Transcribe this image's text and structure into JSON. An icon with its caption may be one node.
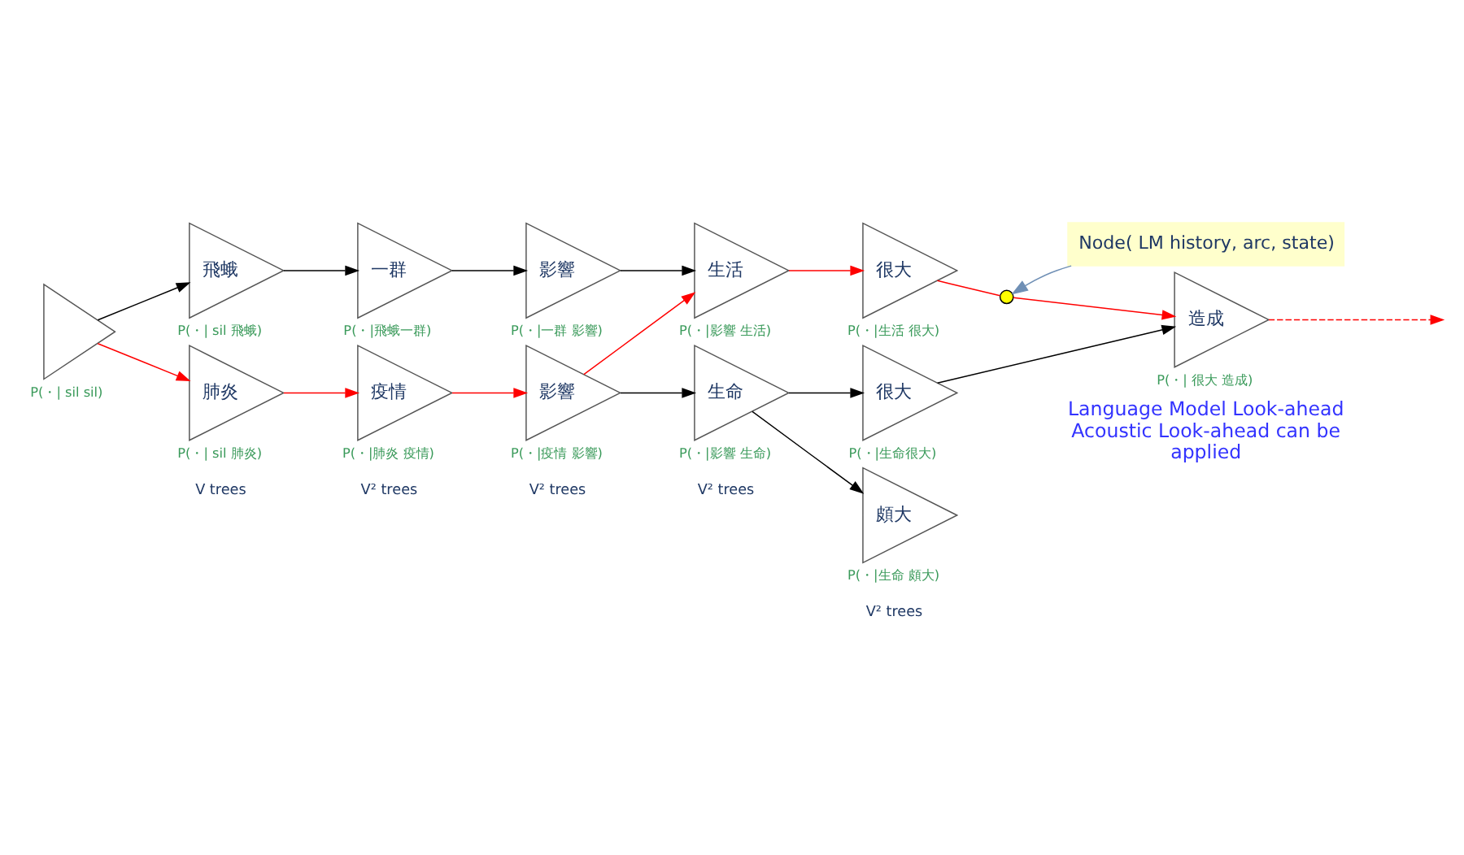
{
  "diagram": {
    "nodes": [
      {
        "text": [],
        "shape": "triangle",
        "beside": [
          "P(・| sil sil)"
        ]
      },
      {
        "text": [
          "飛蛾"
        ],
        "beside": [
          "P(・| sil 飛蛾)"
        ]
      },
      {
        "text": [
          "一群"
        ],
        "beside": [
          "P(・|飛蛾一群)"
        ]
      },
      {
        "text": [
          "影響"
        ],
        "beside": [
          "P(・|一群 影響)"
        ]
      },
      {
        "text": [
          "生活"
        ],
        "beside": [
          "P(・|影響 生活)"
        ]
      },
      {
        "text": [
          "很大"
        ],
        "beside": [
          "P(・|生活 很大)"
        ]
      },
      {
        "text": [],
        "shape": "circle"
      },
      {
        "text": [
          "造成"
        ],
        "beside": [
          "P(・| 很大 造成)"
        ]
      },
      {
        "text": [
          "肺炎"
        ],
        "beside": [
          "P(・| sil 肺炎)"
        ]
      },
      {
        "text": [
          "疫情"
        ],
        "beside": [
          "P(・|肺炎 疫情)"
        ]
      },
      {
        "text": [
          "影響"
        ],
        "beside": [
          "P(・|疫情 影響)"
        ]
      },
      {
        "text": [
          "生命"
        ],
        "beside": [
          "P(・|影響 生命)"
        ]
      },
      {
        "text": [
          "很大"
        ],
        "beside": [
          "P(・|生命很大)"
        ]
      },
      {
        "text": [
          "頗大"
        ],
        "beside": [
          "P(・|生命 頗大)"
        ]
      },
      {
        "text": [
          "Node( LM history, arc, state)"
        ]
      }
    ],
    "edges": [
      {
        "from": 0,
        "to": 1,
        "arrow": "to"
      },
      {
        "from": 1,
        "to": 2,
        "arrow": "to"
      },
      {
        "from": 2,
        "to": 3,
        "arrow": "to"
      },
      {
        "from": 3,
        "to": 4,
        "arrow": "to"
      },
      {
        "from": 0,
        "to": 8,
        "arrow": "to",
        "color": "#ff0000"
      },
      {
        "from": 8,
        "to": 9,
        "arrow": "to",
        "color": "#ff0000"
      },
      {
        "from": 9,
        "to": 10,
        "arrow": "to",
        "color": "#ff0000"
      },
      {
        "from": 10,
        "to": 4,
        "arrow": "to",
        "color": "#ff0000"
      },
      {
        "from": 4,
        "to": 5,
        "arrow": "to",
        "color": "#ff0000"
      },
      {
        "from": 5,
        "to": 6,
        "arrow": "none",
        "color": "#ff0000"
      },
      {
        "from": 6,
        "to": 7,
        "arrow": "to",
        "color": "#ff0000"
      },
      {
        "from": 10,
        "to": 11,
        "arrow": "to"
      },
      {
        "from": 11,
        "to": 12,
        "arrow": "to"
      },
      {
        "from": 11,
        "to": 13,
        "arrow": "to"
      },
      {
        "from": 12,
        "to": 7,
        "arrow": "to"
      },
      {
        "from": 7,
        "to": null,
        "arrow": "to",
        "style": "dashed",
        "color": "#ff0000"
      },
      {
        "from": 14,
        "to": 6,
        "arrow": "to",
        "color": "#6f8fb5"
      }
    ],
    "labels": [
      "V trees",
      "V² trees",
      "V² trees",
      "V² trees",
      "V² trees",
      "Language Model Look-ahead Acoustic Look-ahead can be applied"
    ]
  }
}
